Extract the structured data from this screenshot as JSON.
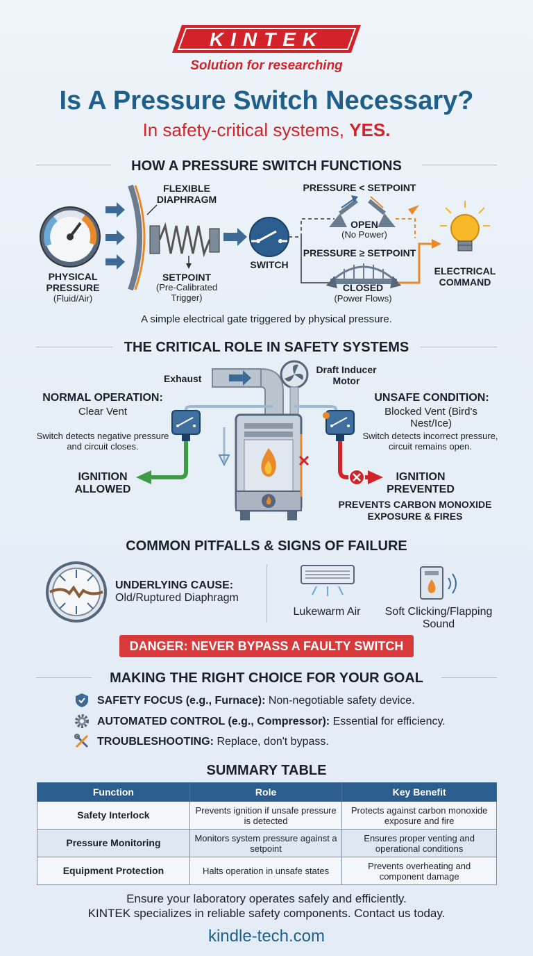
{
  "brand": {
    "name": "KINTEK",
    "tagline": "Solution for researching"
  },
  "title": "Is A Pressure Switch Necessary?",
  "subtitle": {
    "prefix": "In safety-critical systems, ",
    "emphasis": "YES."
  },
  "section1": {
    "heading": "HOW A PRESSURE SWITCH FUNCTIONS",
    "gauge_label": "PHYSICAL PRESSURE",
    "gauge_sub": "(Fluid/Air)",
    "diaphragm_label": "FLEXIBLE DIAPHRAGM",
    "setpoint_label": "SETPOINT",
    "setpoint_sub": "(Pre-Calibrated Trigger)",
    "switch_label": "SWITCH",
    "below_condition": "PRESSURE < SETPOINT",
    "open_label": "OPEN",
    "open_sub": "(No Power)",
    "above_condition": "PRESSURE ≥ SETPOINT",
    "closed_label": "CLOSED",
    "closed_sub": "(Power Flows)",
    "command_label": "ELECTRICAL COMMAND",
    "caption": "A simple electrical gate triggered by physical pressure."
  },
  "section2": {
    "heading": "THE CRITICAL ROLE IN SAFETY SYSTEMS",
    "exhaust": "Exhaust",
    "inducer": "Draft Inducer Motor",
    "normal_title": "NORMAL OPERATION:",
    "normal_sub": "Clear Vent",
    "normal_desc": "Switch detects negative pressure and circuit closes.",
    "ignition_allowed": "IGNITION ALLOWED",
    "unsafe_title": "UNSAFE CONDITION:",
    "unsafe_sub": "Blocked Vent (Bird's Nest/Ice)",
    "unsafe_desc": "Switch detects incorrect pressure, circuit remains open.",
    "ignition_prevented": "IGNITION PREVENTED",
    "prevents": "PREVENTS CARBON MONOXIDE EXPOSURE & FIRES"
  },
  "section3": {
    "heading": "COMMON PITFALLS & SIGNS OF FAILURE",
    "cause_title": "UNDERLYING CAUSE:",
    "cause_sub": "Old/Ruptured Diaphragm",
    "sign1": "Lukewarm Air",
    "sign2": "Soft Clicking/Flapping Sound",
    "danger": "DANGER: NEVER BYPASS A FAULTY SWITCH"
  },
  "section4": {
    "heading": "MAKING THE RIGHT CHOICE FOR YOUR GOAL",
    "items": [
      {
        "bold": "SAFETY FOCUS (e.g., Furnace):",
        "text": " Non-negotiable safety device.",
        "icon": "shield-icon"
      },
      {
        "bold": "AUTOMATED CONTROL (e.g., Compressor):",
        "text": " Essential for efficiency.",
        "icon": "gear-icon"
      },
      {
        "bold": "TROUBLESHOOTING:",
        "text": " Replace, don't bypass.",
        "icon": "tools-icon"
      }
    ]
  },
  "table": {
    "heading": "SUMMARY TABLE",
    "headers": [
      "Function",
      "Role",
      "Key Benefit"
    ],
    "rows": [
      [
        "Safety Interlock",
        "Prevents ignition if unsafe pressure is detected",
        "Protects against carbon monoxide exposure and fire"
      ],
      [
        "Pressure Monitoring",
        "Monitors system pressure against a setpoint",
        "Ensures proper venting and operational conditions"
      ],
      [
        "Equipment Protection",
        "Halts operation in unsafe states",
        "Prevents overheating and component damage"
      ]
    ]
  },
  "footer": {
    "line1": "Ensure your laboratory operates safely and efficiently.",
    "line2": "KINTEK specializes in reliable safety components. Contact us today.",
    "url": "kindle-tech.com"
  },
  "colors": {
    "brand_red": "#d3232a",
    "title_blue": "#1f5f8b",
    "table_header": "#2c5d8f",
    "green": "#3f9b45",
    "orange": "#e8892b"
  }
}
